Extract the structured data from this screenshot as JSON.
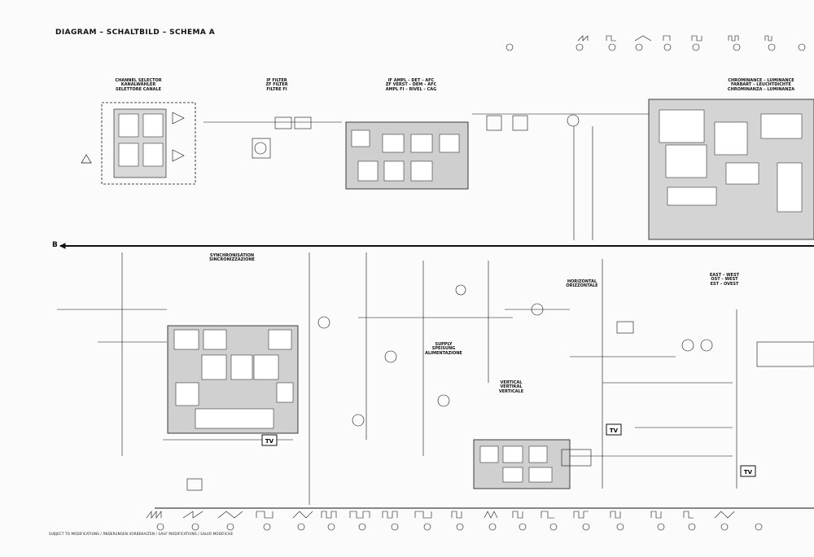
{
  "title": "DIAGRAM – SCHALTBILD – SCHEMA A",
  "blocks": {
    "channel_selector": [
      "CHANNEL SELECTOR",
      "KANALWÄHLER",
      "SELETTORE CANALE"
    ],
    "if_filter": [
      "IF FILTER",
      "ZF FILTER",
      "FILTRE FI"
    ],
    "if_ampl": [
      "IF AMPL – DET – AFC",
      "ZF VERST – DEM – AFC",
      "AMPL FI – RIVEL – CAG"
    ],
    "chrominance": [
      "CHROMINANCE – LUMINANCE",
      "FARBART – LEUCHTDICHTE",
      "CHROMINANZA – LUMINANZA"
    ],
    "sync": [
      "SYNCHRONISATION",
      "SINCRONIZZAZIONE"
    ],
    "supply": [
      "SUPPLY",
      "SPEISUNG",
      "ALIMENTAZIONE"
    ],
    "horizontal": [
      "HORIZONTAL",
      "ORIZZONTALE"
    ],
    "east_west": [
      "EAST – WEST",
      "OST – WEST",
      "EST – OVEST"
    ],
    "vertical": [
      "VERTICAL",
      "VERTIKAL",
      "VERTICALE"
    ]
  },
  "rail_label": "B",
  "tv_badge": "TV",
  "footer": "SUBJECT TO MODIFICATIONS / ÄNDERUNGEN VORBEHALTEN / SAUF MODIFICATIONS / SALVO MODIFICHE"
}
